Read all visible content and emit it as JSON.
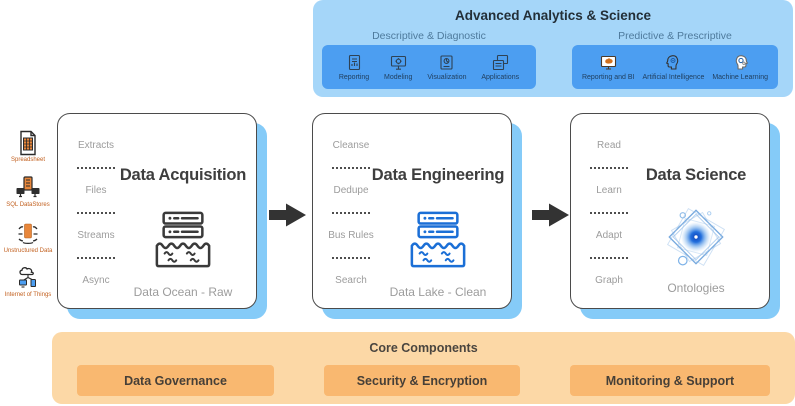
{
  "top_panel": {
    "title": "Advanced Analytics & Science",
    "groups": [
      {
        "subtitle": "Descriptive & Diagnostic",
        "items": [
          {
            "label": "Reporting",
            "icon": "reporting-icon"
          },
          {
            "label": "Modeling",
            "icon": "modeling-icon"
          },
          {
            "label": "Visualization",
            "icon": "visualization-icon"
          },
          {
            "label": "Applications",
            "icon": "applications-icon"
          }
        ]
      },
      {
        "subtitle": "Predictive & Prescriptive",
        "items": [
          {
            "label": "Reporting and BI",
            "icon": "reporting-bi-icon"
          },
          {
            "label": "Artificial Intelligence",
            "icon": "artificial-intelligence-icon"
          },
          {
            "label": "Machine Learning",
            "icon": "machine-learning-icon"
          }
        ]
      }
    ]
  },
  "sources": {
    "items": [
      {
        "label": "Spreadsheet",
        "icon": "spreadsheet-icon"
      },
      {
        "label": "SQL DataStores",
        "icon": "sql-datastores-icon"
      },
      {
        "label": "Unstructured Data",
        "icon": "unstructured-data-icon"
      },
      {
        "label": "Internet of Things",
        "icon": "internet-of-things-icon"
      }
    ]
  },
  "cards": [
    {
      "title": "Data Acquisition",
      "steps": [
        "Extracts",
        "Files",
        "Streams",
        "Async"
      ],
      "caption": "Data Ocean - Raw",
      "icon": "data-ocean-servers-icon"
    },
    {
      "title": "Data Engineering",
      "steps": [
        "Cleanse",
        "Dedupe",
        "Bus Rules",
        "Search"
      ],
      "caption": "Data Lake - Clean",
      "icon": "data-lake-servers-icon"
    },
    {
      "title": "Data Science",
      "steps": [
        "Read",
        "Learn",
        "Adapt",
        "Graph"
      ],
      "caption": "Ontologies",
      "icon": "ontologies-icon"
    }
  ],
  "core": {
    "title": "Core Components",
    "boxes": [
      "Data Governance",
      "Security & Encryption",
      "Monitoring & Support"
    ]
  },
  "colors": {
    "top_panel_bg": "#A5D6F9",
    "analytics_box_bg": "#4C9EF1",
    "card_shadow_blue": "#85CBF8",
    "card_border": "#4B4B4B",
    "core_panel_bg": "#FCD8A6",
    "core_box_bg": "#F9B870",
    "source_orange": "#E8873B",
    "engineering_blue": "#1B6FD6",
    "acquisition_dark": "#3A3A3A",
    "ontology_blue": "#2470DD",
    "arrow": "#333333",
    "muted_gray_text": "#9C9C9C"
  }
}
